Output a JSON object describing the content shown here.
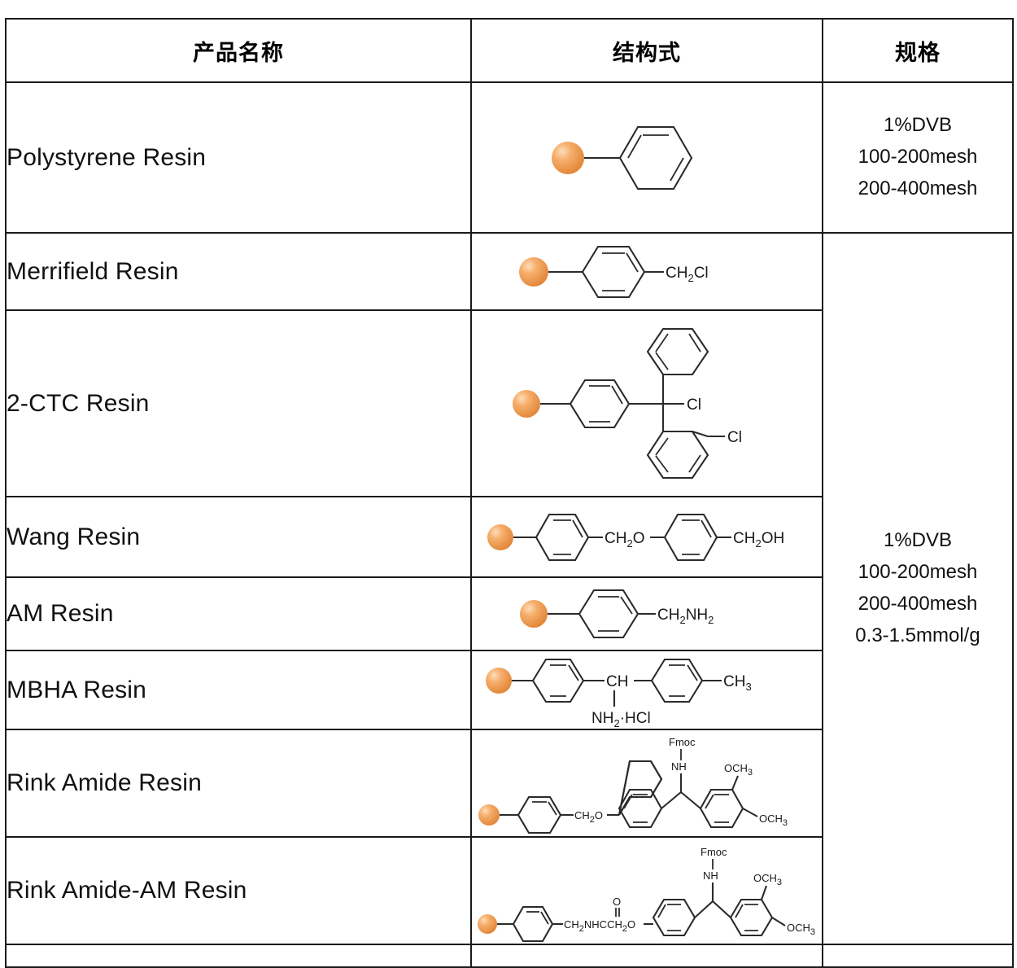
{
  "table": {
    "headers": [
      {
        "key": "product_name",
        "label": "产品名称"
      },
      {
        "key": "structure",
        "label": "结构式"
      },
      {
        "key": "specification",
        "label": "规格"
      }
    ],
    "rows": [
      {
        "name": "Polystyrene Resin",
        "structure_name": "polystyrene-structure",
        "structure_text": "bead-phenyl"
      },
      {
        "name": "Merrifield Resin",
        "structure_name": "merrifield-structure",
        "structure_text": "CH2Cl"
      },
      {
        "name": "2-CTC Resin",
        "structure_name": "two-ctc-structure",
        "structure_text": "Cl, Cl"
      },
      {
        "name": "Wang Resin",
        "structure_name": "wang-structure",
        "structure_text": "CH2O / CH2OH"
      },
      {
        "name": "AM Resin",
        "structure_name": "am-structure",
        "structure_text": "CH2NH2"
      },
      {
        "name": "MBHA Resin",
        "structure_name": "mbha-structure",
        "structure_text": "CH / NH2·HCl / CH3"
      },
      {
        "name": "Rink Amide Resin",
        "structure_name": "rink-amide-structure",
        "structure_text": "Fmoc / NH / OCH3 / OCH3 / CH2O"
      },
      {
        "name": "Rink Amide-AM Resin",
        "structure_name": "rink-amide-am-structure",
        "structure_text": "Fmoc / NH / OCH3 / OCH3 / CH2NHCCH2O"
      }
    ],
    "spec_groups": [
      {
        "rowspan": 1,
        "lines": [
          "1%DVB",
          "100-200mesh",
          "200-400mesh"
        ]
      },
      {
        "rowspan": 7,
        "lines": [
          "1%DVB",
          "100-200mesh",
          "200-400mesh",
          "0.3-1.5mmol/g"
        ]
      }
    ]
  },
  "atoms": {
    "cl": "Cl",
    "o": "O",
    "ch2cl_main": "CH",
    "ch2cl_sub": "2",
    "ch2cl_tail": "Cl",
    "ch2_main": "CH",
    "ch2_sub": "2",
    "oh": "OH",
    "nh2_main": "NH",
    "nh2_sub": "2",
    "hcl": "·HCl",
    "ch_label": "CH",
    "ch3_main": "CH",
    "ch3_sub": "3",
    "fmoc": "Fmoc",
    "nh": "NH",
    "och3_main": "OCH",
    "och3_sub": "3",
    "n_label": "N",
    "h_label": "H",
    "c_label": "C"
  },
  "colors": {
    "bead_main": "#F2994A",
    "bead_highlight": "#FBCD9B",
    "bead_shadow": "#D97F2E",
    "border": "#1a1a1a",
    "bond": "#2b2b2b",
    "text": "#111111",
    "background": "#ffffff"
  }
}
